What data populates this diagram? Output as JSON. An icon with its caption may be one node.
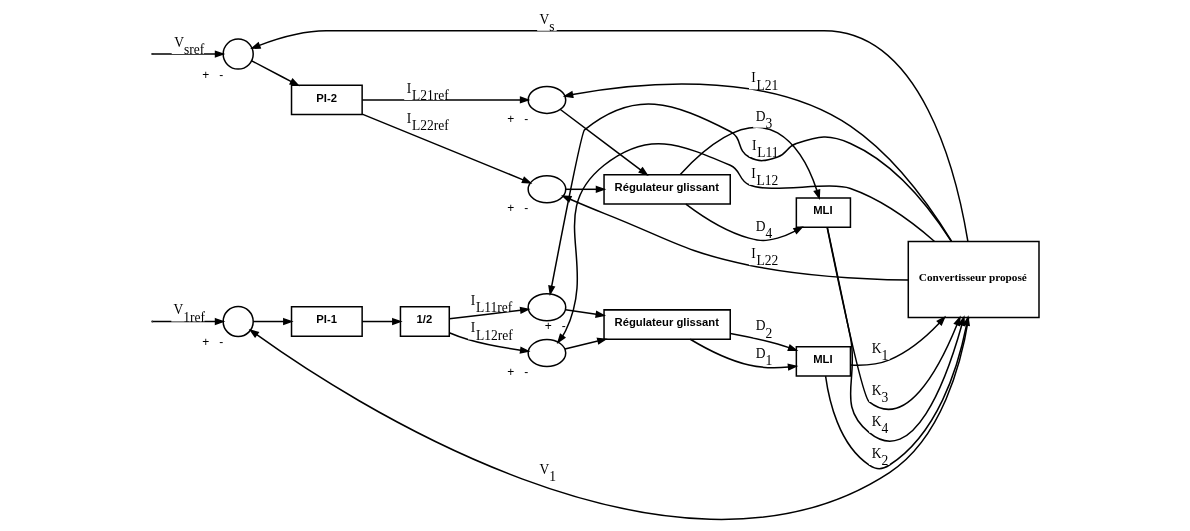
{
  "diagram": {
    "nodes": [
      {
        "text": [],
        "shape": "circle",
        "beside": [
          "+",
          "-"
        ]
      },
      {
        "text": [
          "PI-1"
        ]
      },
      {
        "text": [
          "1/2"
        ]
      },
      {
        "text": [],
        "shape": "ellipse",
        "beside": [
          "+",
          "-"
        ]
      },
      {
        "text": [],
        "shape": "ellipse",
        "beside": [
          "+",
          "-"
        ]
      },
      {
        "text": [
          "Régulateur glissant"
        ]
      },
      {
        "text": [
          "MLI"
        ]
      },
      {
        "text": [
          "Convertisseur proposé"
        ]
      },
      {
        "text": [],
        "shape": "circle",
        "beside": [
          "+",
          "-"
        ]
      },
      {
        "text": [
          "PI-2"
        ]
      },
      {
        "text": [],
        "shape": "ellipse",
        "beside": [
          "+",
          "-"
        ]
      },
      {
        "text": [],
        "shape": "ellipse",
        "beside": [
          "+",
          "-"
        ]
      },
      {
        "text": [
          "Régulateur glissant"
        ]
      },
      {
        "text": [
          "MLI"
        ]
      }
    ],
    "edges": [
      {
        "from": null,
        "to": 0,
        "arrow": "to",
        "label": "V$_{1ref}$"
      },
      {
        "from": 7,
        "to": 0,
        "arrow": "to",
        "label": "V$_{1}$"
      },
      {
        "from": 0,
        "to": 1,
        "arrow": "to"
      },
      {
        "from": 1,
        "to": 2,
        "arrow": "to"
      },
      {
        "from": 2,
        "to": 3,
        "arrow": "to",
        "label": "I$_{L11ref}$"
      },
      {
        "from": 2,
        "to": 4,
        "arrow": "to",
        "label": "I$_{L12ref}$"
      },
      {
        "from": 7,
        "to": 3,
        "arrow": "to",
        "label": "I$_{L11}$"
      },
      {
        "from": 7,
        "to": 4,
        "arrow": "to",
        "label": "I$_{L12}$"
      },
      {
        "from": 3,
        "to": 5,
        "arrow": "to"
      },
      {
        "from": 4,
        "to": 5,
        "arrow": "to"
      },
      {
        "from": 5,
        "to": 6,
        "arrow": "to",
        "label": "D$_{1}$"
      },
      {
        "from": 5,
        "to": 6,
        "arrow": "to",
        "label": "D$_{2}$"
      },
      {
        "from": 6,
        "to": 7,
        "arrow": "to",
        "label": "K$_{2}$"
      },
      {
        "from": 6,
        "to": 7,
        "arrow": "to",
        "label": "K$_{1}$"
      },
      {
        "from": null,
        "to": 8,
        "arrow": "to",
        "label": "V$_{sref}$"
      },
      {
        "from": 7,
        "to": 8,
        "arrow": "to",
        "label": "V$_{s}$"
      },
      {
        "from": 8,
        "to": 9,
        "arrow": "to"
      },
      {
        "from": 9,
        "to": 10,
        "arrow": "to",
        "label": "I$_{L21ref}$"
      },
      {
        "from": 9,
        "to": 11,
        "arrow": "to",
        "label": "I$_{L22ref}$"
      },
      {
        "from": 7,
        "to": 10,
        "arrow": "to",
        "label": "I$_{L21}$"
      },
      {
        "from": 7,
        "to": 11,
        "arrow": "to",
        "label": "I$_{L22}$"
      },
      {
        "from": 10,
        "to": 12,
        "arrow": "to"
      },
      {
        "from": 11,
        "to": 12,
        "arrow": "to"
      },
      {
        "from": 12,
        "to": 13,
        "arrow": "to",
        "label": "D$_{3}$"
      },
      {
        "from": 12,
        "to": 13,
        "arrow": "to",
        "label": "D$_{4}$"
      },
      {
        "from": 13,
        "to": 7,
        "arrow": "to",
        "label": "K$_{3}$"
      },
      {
        "from": 13,
        "to": 7,
        "arrow": "to",
        "label": "K$_{4}$"
      }
    ]
  }
}
